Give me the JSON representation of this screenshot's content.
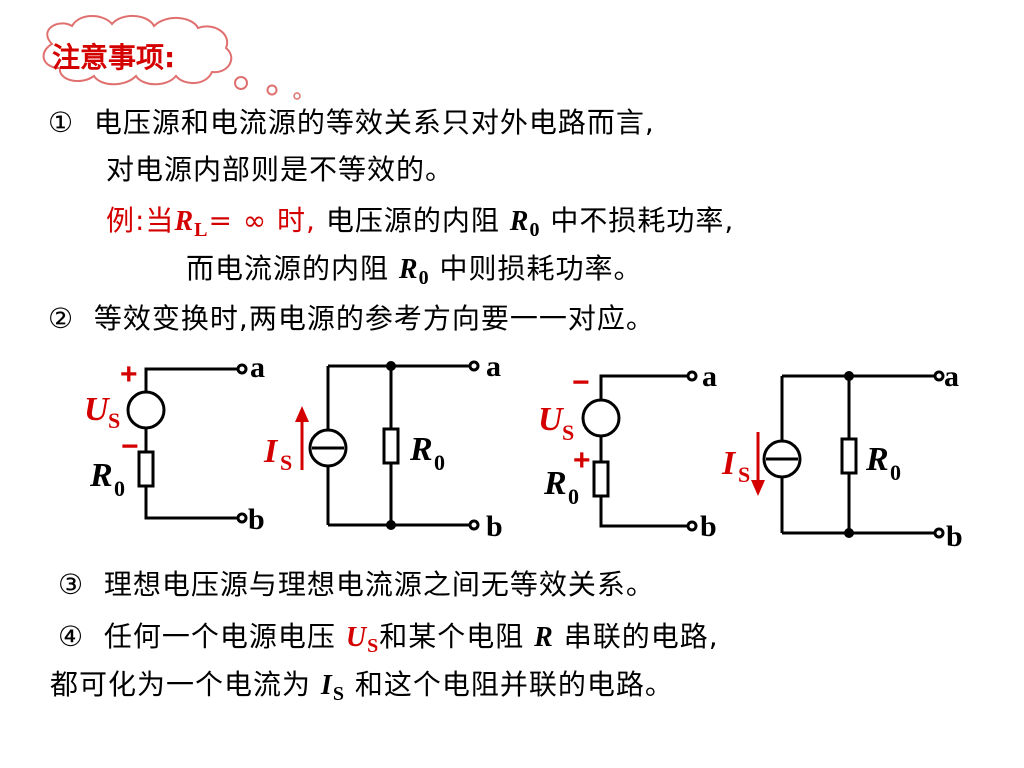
{
  "header": {
    "title": "注意事项:"
  },
  "points": {
    "p1": {
      "num": "①",
      "line1": "电压源和电流源的等效关系只对外电路而言,",
      "line2": "对电源内部则是不等效的。"
    },
    "example": {
      "prefix": "例:当",
      "rl_var": "R",
      "rl_sub": "L",
      "eq": "= ∞ 时,",
      "l1_text": "电压源的内阻",
      "r0_var": "R",
      "r0_sub": "0",
      "l1_tail": "中不损耗功率,",
      "l2_text": "而电流源的内阻",
      "l2_tail": "中则损耗功率。"
    },
    "p2": {
      "num": "②",
      "text": "等效变换时,两电源的参考方向要一一对应。"
    },
    "p3": {
      "num": "③",
      "text": "理想电压源与理想电流源之间无等效关系。"
    },
    "p4": {
      "num": "④",
      "t1": "任何一个电源电压",
      "us_var": "U",
      "us_sub": "S",
      "t2": "和某个电阻",
      "r_var": "R",
      "t3": "串联的电路,",
      "line2_a": "都可化为一个电流为",
      "is_var": "I",
      "is_sub": "S",
      "line2_b": "和这个电阻并联的电路。"
    }
  },
  "circuits": {
    "terminal_a": "a",
    "terminal_b": "b",
    "plus": "+",
    "minus": "−",
    "us_var": "U",
    "us_sub": "S",
    "is_var": "I",
    "is_sub": "S",
    "r0_var": "R",
    "r0_sub": "0"
  },
  "colors": {
    "accent": "#d40000",
    "cloud_border": "#e07070"
  }
}
